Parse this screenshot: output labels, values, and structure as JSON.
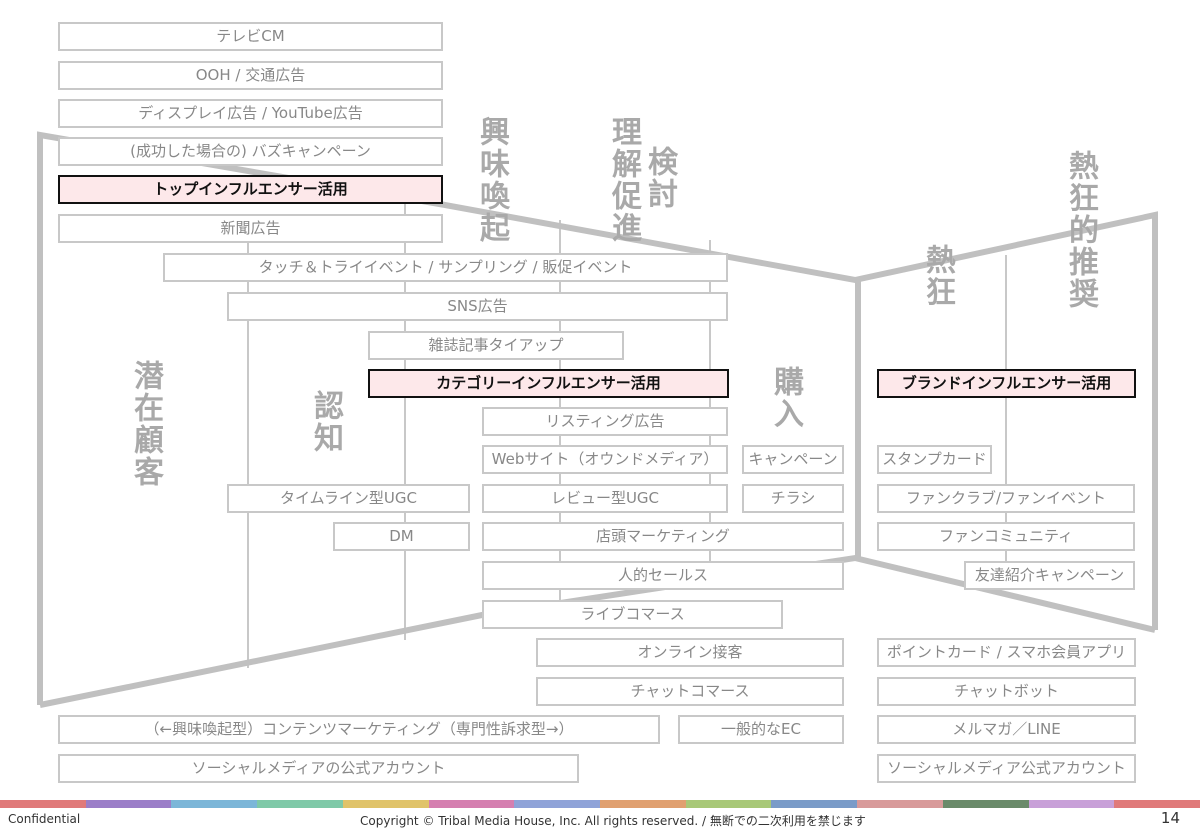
{
  "stages": {
    "latent": "潜在顧客",
    "awareness": "認知",
    "interest": "興味喚起",
    "understanding": "理解促進",
    "consideration": "検討",
    "purchase": "購入",
    "enthusiasm": "熱狂",
    "advocacy": "熱狂的推奨"
  },
  "boxes": {
    "tv_cm": "テレビCM",
    "ooh": "OOH / 交通広告",
    "display_ad": "ディスプレイ広告 / YouTube広告",
    "buzz": "(成功した場合の) バズキャンペーン",
    "top_influencer": "トップインフルエンサー活用",
    "newspaper": "新聞広告",
    "touch_try": "タッチ＆トライイベント / サンプリング / 販促イベント",
    "sns_ad": "SNS広告",
    "magazine": "雑誌記事タイアップ",
    "category_influencer": "カテゴリーインフルエンサー活用",
    "brand_influencer": "ブランドインフルエンサー活用",
    "listing": "リスティング広告",
    "website": "Webサイト（オウンドメディア）",
    "campaign": "キャンペーン",
    "stamp_card": "スタンプカード",
    "timeline_ugc": "タイムライン型UGC",
    "review_ugc": "レビュー型UGC",
    "flyer": "チラシ",
    "fanclub": "ファンクラブ/ファンイベント",
    "dm": "DM",
    "store_marketing": "店頭マーケティング",
    "fan_community": "ファンコミュニティ",
    "personal_sales": "人的セールス",
    "referral": "友達紹介キャンペーン",
    "live_commerce": "ライブコマース",
    "online_service": "オンライン接客",
    "point_card": "ポイントカード / スマホ会員アプリ",
    "chat_commerce": "チャットコマース",
    "chatbot": "チャットボット",
    "content_marketing": "（←興味喚起型）コンテンツマーケティング（専門性訴求型→）",
    "general_ec": "一般的なEC",
    "mail_line": "メルマガ／LINE",
    "social_official": "ソーシャルメディアの公式アカウント",
    "social_official_right": "ソーシャルメディア公式アカウント"
  },
  "footer": {
    "confidential": "Confidential",
    "copyright": "Copyright © Tribal Media House, Inc. All rights reserved. / 無断での二次利用を禁じます",
    "page": "14",
    "band_colors": [
      "#e07a7a",
      "#9b7ec8",
      "#7cb6d8",
      "#7fc9a8",
      "#e0c36a",
      "#d57fb0",
      "#8fa3d8",
      "#e0a070",
      "#a8c878",
      "#7a9bc8",
      "#d89a9a",
      "#6a8a6a",
      "#c8a0d8",
      "#e07a7a"
    ]
  }
}
